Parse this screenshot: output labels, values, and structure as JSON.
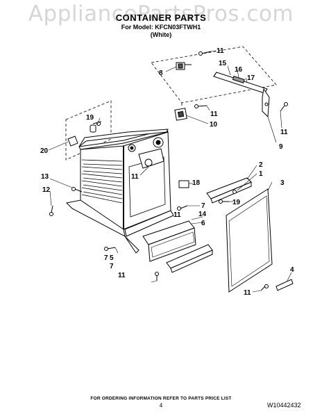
{
  "watermark": "AppliancePartsPros.com",
  "header": {
    "title": "CONTAINER PARTS",
    "model_line": "For Model: KFCN03FTWH1",
    "color_line": "(White)"
  },
  "callouts": [
    "1",
    "2",
    "3",
    "4",
    "5",
    "6",
    "7",
    "7",
    "7",
    "8",
    "9",
    "10",
    "11",
    "11",
    "11",
    "11",
    "11",
    "11",
    "11",
    "12",
    "13",
    "14",
    "15",
    "16",
    "17",
    "18",
    "19",
    "19",
    "20"
  ],
  "footer": {
    "note": "FOR ORDERING INFORMATION REFER TO PARTS PRICE LIST",
    "page": "4",
    "doc_number": "W10442432"
  }
}
